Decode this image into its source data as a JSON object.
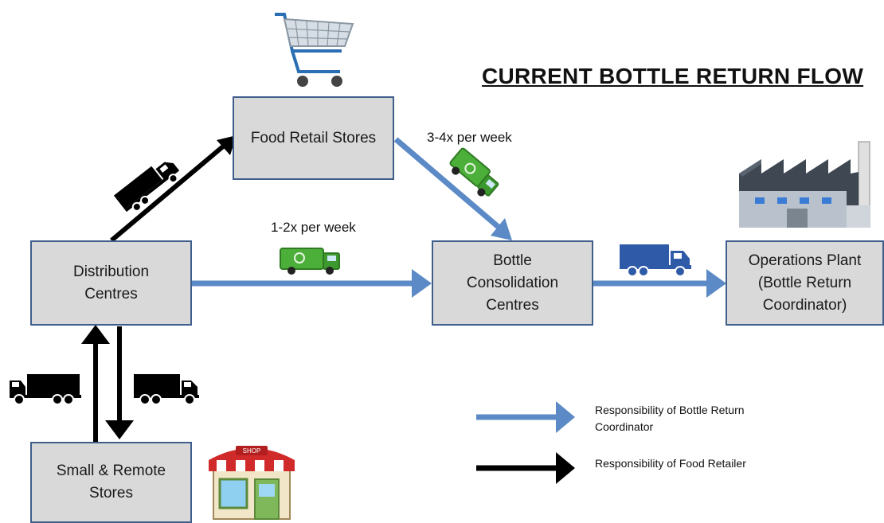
{
  "title": "CURRENT BOTTLE RETURN FLOW",
  "nodes": {
    "food_retail": "Food Retail Stores",
    "distribution": "Distribution\nCentres",
    "consolidation": "Bottle\nConsolidation\nCentres",
    "operations": "Operations Plant\n(Bottle Return\nCoordinator)",
    "small_remote": "Small & Remote\nStores"
  },
  "frequencies": {
    "food_to_consolidation": "3-4x per week",
    "distribution_to_consolidation": "1-2x per week"
  },
  "legend": {
    "blue": "Responsibility of Bottle Return\nCoordinator",
    "black": "Responsibility of Food Retailer"
  },
  "colors": {
    "blue_arrow": "#5b8ac6",
    "black_arrow": "#000000",
    "box_fill": "#d9d9d9",
    "box_border": "#3f5e8c",
    "recycle_truck": "#4caf3a",
    "box_truck": "#2e5aa8"
  },
  "icons": [
    "shopping-cart-icon",
    "factory-icon",
    "shop-icon",
    "recycling-truck-icon",
    "delivery-truck-icon",
    "semi-truck-icon"
  ]
}
